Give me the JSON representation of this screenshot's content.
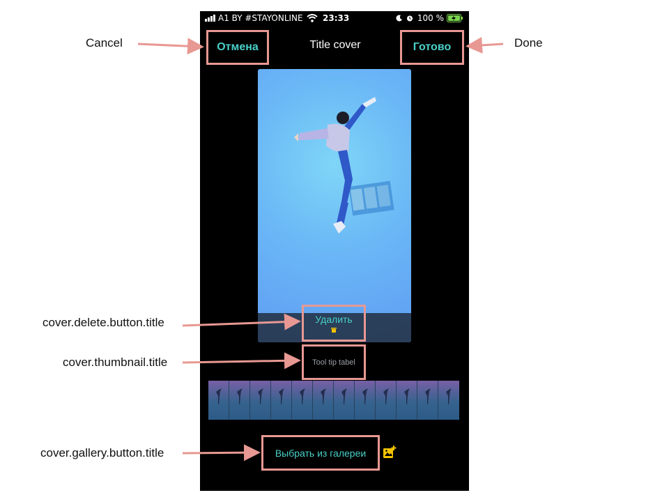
{
  "status_bar": {
    "carrier": "A1 BY #STAYONLINE",
    "time": "23:33",
    "battery": "100 %"
  },
  "nav": {
    "cancel_label": "Отмена",
    "title": "Title cover",
    "done_label": "Готово"
  },
  "cover": {
    "delete_label": "Удалить",
    "tooltip_label": "Tool tip tabel",
    "thumbnail_count": 12
  },
  "gallery": {
    "button_label": "Выбрать из галереи"
  },
  "annotations": {
    "cancel": "Cancel",
    "done": "Done",
    "delete": "cover.delete.button.title",
    "thumbnail": "cover.thumbnail.title",
    "gallery": "cover.gallery.button.title"
  },
  "colors": {
    "accent": "#49d0c8",
    "highlight_border": "#e89893",
    "gallery_icon": "#f5c400"
  }
}
